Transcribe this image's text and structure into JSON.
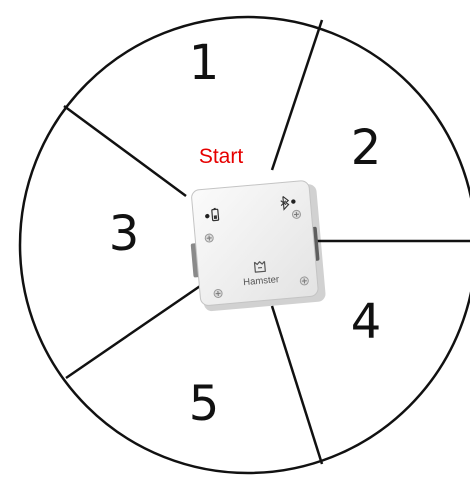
{
  "board": {
    "sections": [
      {
        "label": "1"
      },
      {
        "label": "2"
      },
      {
        "label": "3"
      },
      {
        "label": "4"
      },
      {
        "label": "5"
      }
    ]
  },
  "start_label": "Start",
  "robot": {
    "brand": "Hamster",
    "icons": [
      "battery-icon",
      "bluetooth-icon",
      "hamster-logo-icon",
      "screw-icon"
    ]
  },
  "colors": {
    "line": "#111111",
    "start_text": "#e60000",
    "robot_body": "#f4f4f4"
  }
}
